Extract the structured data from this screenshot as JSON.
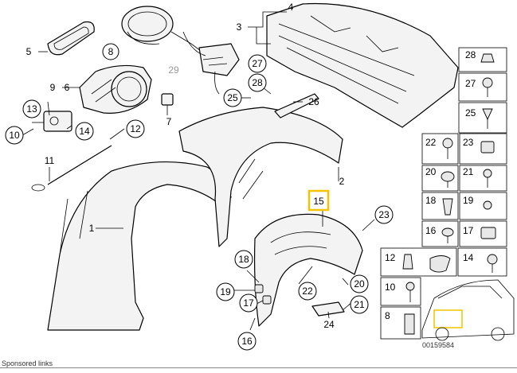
{
  "callouts": {
    "c5": "5",
    "c8": "8",
    "c9": "9",
    "c6": "6",
    "c13": "13",
    "c10": "10",
    "c14": "14",
    "c12": "12",
    "c11": "11",
    "c7": "7",
    "c29": "29",
    "c1": "1",
    "c2": "2",
    "c3": "3",
    "c4": "4",
    "c27": "27",
    "c28": "28",
    "c25": "25",
    "c26": "26",
    "c15": "15",
    "c23": "23",
    "c18": "18",
    "c19": "19",
    "c17": "17",
    "c16": "16",
    "c22": "22",
    "c20": "20",
    "c21": "21",
    "c24": "24"
  },
  "grid": {
    "r28": "28",
    "r27": "27",
    "r25": "25",
    "r22": "22",
    "r23": "23",
    "r20": "20",
    "r21": "21",
    "r18": "18",
    "r19": "19",
    "r16": "16",
    "r17": "17",
    "r12": "12",
    "r14": "14",
    "r10": "10",
    "r8": "8"
  },
  "ref_number": "00159584",
  "footer": "Sponsored links",
  "colors": {
    "highlight": "#f2c400"
  }
}
